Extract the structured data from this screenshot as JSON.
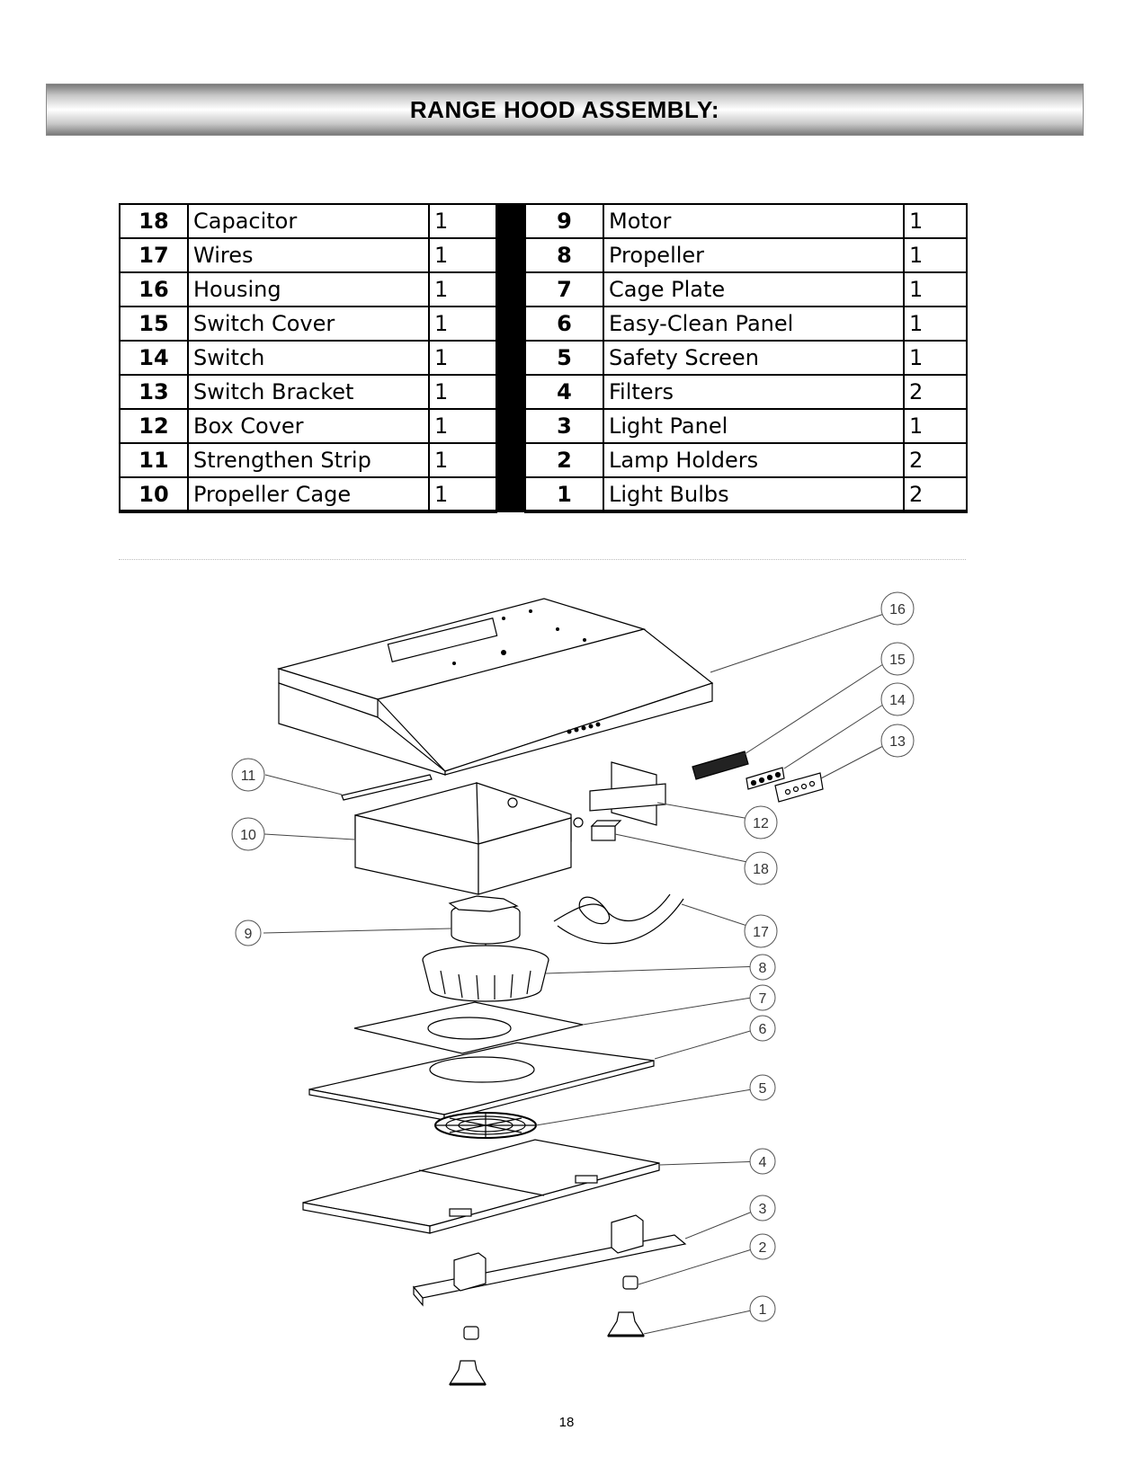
{
  "header": {
    "title": "RANGE HOOD ASSEMBLY:"
  },
  "parts": {
    "left": [
      {
        "num": "18",
        "name": "Capacitor",
        "qty": "1"
      },
      {
        "num": "17",
        "name": "Wires",
        "qty": "1"
      },
      {
        "num": "16",
        "name": "Housing",
        "qty": "1"
      },
      {
        "num": "15",
        "name": "Switch Cover",
        "qty": "1"
      },
      {
        "num": "14",
        "name": "Switch",
        "qty": "1"
      },
      {
        "num": "13",
        "name": "Switch Bracket",
        "qty": "1"
      },
      {
        "num": "12",
        "name": "Box Cover",
        "qty": "1"
      },
      {
        "num": "11",
        "name": "Strengthen Strip",
        "qty": "1"
      },
      {
        "num": "10",
        "name": "Propeller Cage",
        "qty": "1"
      }
    ],
    "right": [
      {
        "num": "9",
        "name": "Motor",
        "qty": "1"
      },
      {
        "num": "8",
        "name": "Propeller",
        "qty": "1"
      },
      {
        "num": "7",
        "name": "Cage Plate",
        "qty": "1"
      },
      {
        "num": "6",
        "name": "Easy-Clean Panel",
        "qty": "1"
      },
      {
        "num": "5",
        "name": "Safety Screen",
        "qty": "1"
      },
      {
        "num": "4",
        "name": "Filters",
        "qty": "2"
      },
      {
        "num": "3",
        "name": "Light Panel",
        "qty": "1"
      },
      {
        "num": "2",
        "name": "Lamp Holders",
        "qty": "2"
      },
      {
        "num": "1",
        "name": "Light Bulbs",
        "qty": "2"
      }
    ]
  },
  "callouts": {
    "c1": "1",
    "c2": "2",
    "c3": "3",
    "c4": "4",
    "c5": "5",
    "c6": "6",
    "c7": "7",
    "c8": "8",
    "c9": "9",
    "c10": "10",
    "c11": "11",
    "c12": "12",
    "c13": "13",
    "c14": "14",
    "c15": "15",
    "c16": "16",
    "c17": "17",
    "c18": "18"
  },
  "footer": {
    "page_number": "18"
  }
}
